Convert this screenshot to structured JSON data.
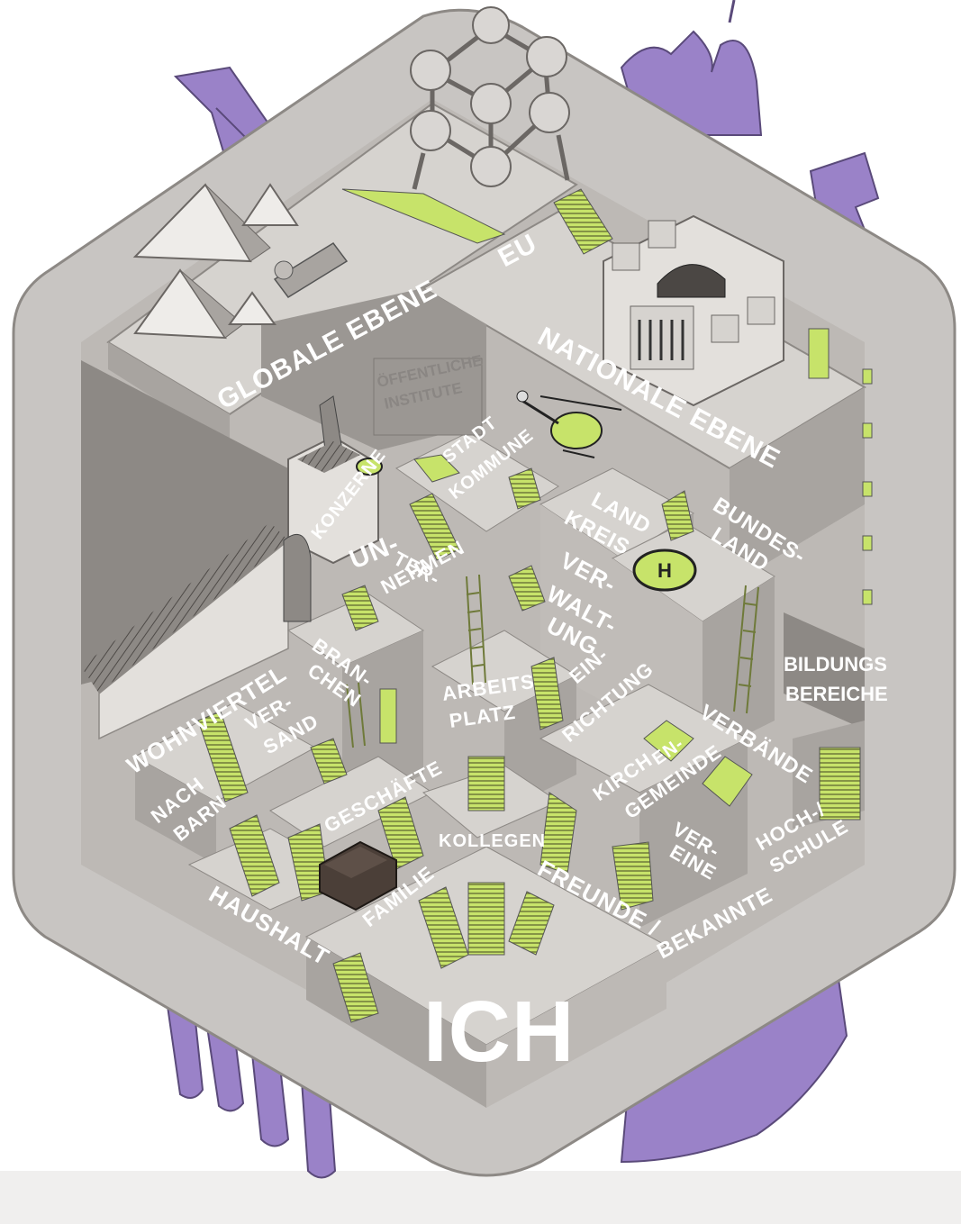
{
  "colors": {
    "background": "#ffffff",
    "frame": "#c8c5c2",
    "frame_shadow": "#a9a5a1",
    "floor": "#bdb9b5",
    "wall_dark": "#8d8985",
    "wall_mid": "#a8a4a0",
    "wall_light": "#d6d3cf",
    "accent_green": "#c7e36a",
    "accent_purple": "#9a82c8",
    "text": "#ffffff",
    "ink": "#3b3734"
  },
  "icons": [
    "atomium-icon",
    "pyramids-icon",
    "sphinx-icon",
    "reichstag-icon",
    "helicopter-icon",
    "helipad-icon",
    "factory-icon",
    "sofa-icon",
    "stairs-icon",
    "ladder-icon",
    "eiffel-tower-icon",
    "onion-dome-icon",
    "pagoda-icon",
    "hand-icon"
  ],
  "labels": {
    "globale_ebene": "GLOBALE EBENE",
    "eu": "EU",
    "oeffentliche_institute_1": "ÖFFENTLICHE",
    "oeffentliche_institute_2": "INSTITUTE",
    "nationale_ebene": "NATIONALE EBENE",
    "stadt": "STADT",
    "kommune": "KOMMUNE",
    "konzerne": "KONZERNE",
    "landkreis_1": "LAND",
    "landkreis_2": "KREIS",
    "bundesland_1": "BUNDES-",
    "bundesland_2": "LAND",
    "unternehmen_1": "UN-",
    "unternehmen_2": "TER-",
    "unternehmen_3": "NEHMEN",
    "verwaltung_1": "VER-",
    "verwaltung_2": "WALT-",
    "verwaltung_3": "UNG",
    "branchen_1": "BRAN-",
    "branchen_2": "CHEN",
    "bildungsbereiche_1": "BILDUNGS",
    "bildungsbereiche_2": "BEREICHE",
    "arbeitsplatz_1": "ARBEITS",
    "arbeitsplatz_2": "PLATZ",
    "einrichtung_1": "EIN-",
    "einrichtung_2": "RICHTUNG",
    "verbaende": "VERBÄNDE",
    "wohnviertel": "WOHNVIERTEL",
    "versand_1": "VER-",
    "versand_2": "SAND",
    "kirchengemeinde_1": "KIRCH",
    "kirchengemeinde_2": "EN-",
    "kirchengemeinde_3": "GEMEINDE",
    "nachbarn_1": "NACH",
    "nachbarn_2": "BARN",
    "geschaefte": "GESCHÄFTE",
    "kollegen": "KOLLEGEN",
    "vereine_1": "VER-",
    "vereine_2": "EINE",
    "hochschule_1": "HOCH-/",
    "hochschule_2": "SCHULE",
    "haushalt": "HAUSHALT",
    "familie": "FAMILIE",
    "freunde": "FREUNDE /",
    "bekannte": "BEKANNTE",
    "ich": "ICH"
  }
}
